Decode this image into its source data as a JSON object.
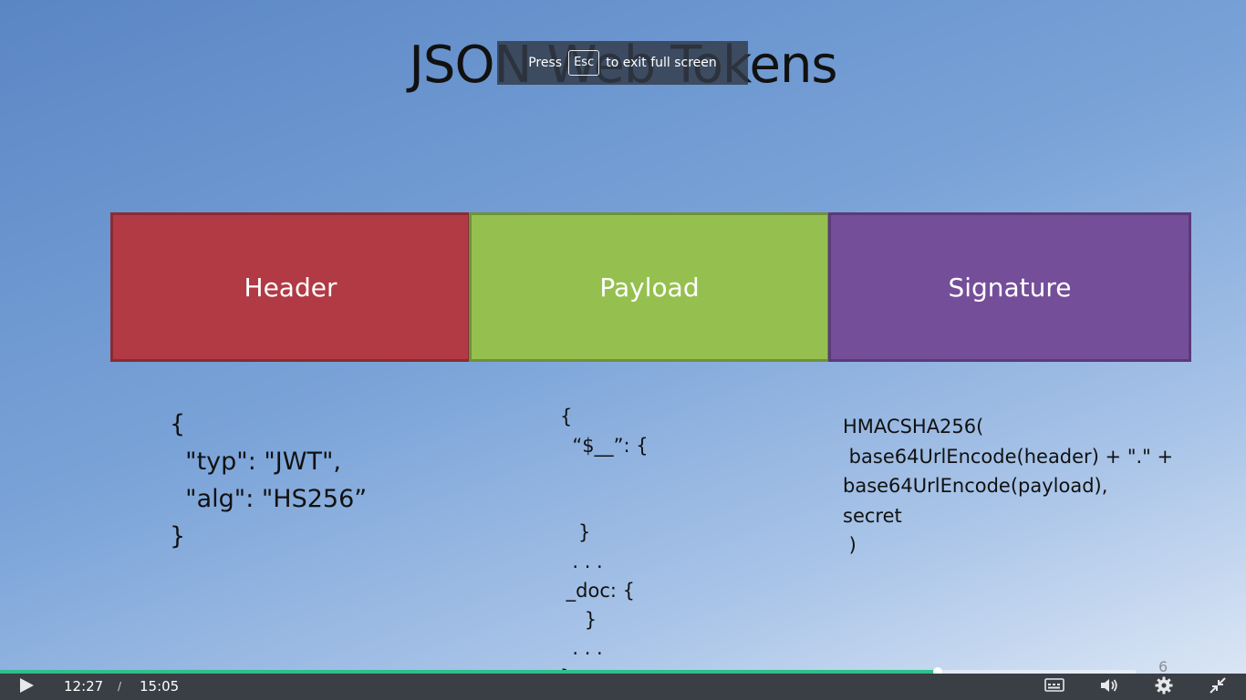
{
  "slide": {
    "title": "JSON Web Tokens",
    "segments": {
      "header": "Header",
      "payload": "Payload",
      "signature": "Signature"
    },
    "code": {
      "header": "{\n  \"typ\": \"JWT\",\n  \"alg\": \"HS256”\n}",
      "payload": "{\n  “$__”: {\n\n\n   }\n  . . .\n _doc: {\n    }\n  . . .\n}",
      "signature": "HMACSHA256(\n base64UrlEncode(header) + \".\" +\nbase64UrlEncode(payload),\nsecret\n )"
    },
    "page_number": "6"
  },
  "fullscreen_notice": {
    "prefix": "Press",
    "key": "Esc",
    "suffix": "to exit full screen"
  },
  "player": {
    "current_time": "12:27",
    "separator": "/",
    "duration": "15:05",
    "progress_fraction": 0.826,
    "accent_color": "#2fbf8a",
    "icons": {
      "play": "play-icon",
      "captions": "captions-icon",
      "volume": "volume-icon",
      "settings": "gear-icon",
      "fullscreen": "exit-fullscreen-icon"
    }
  }
}
